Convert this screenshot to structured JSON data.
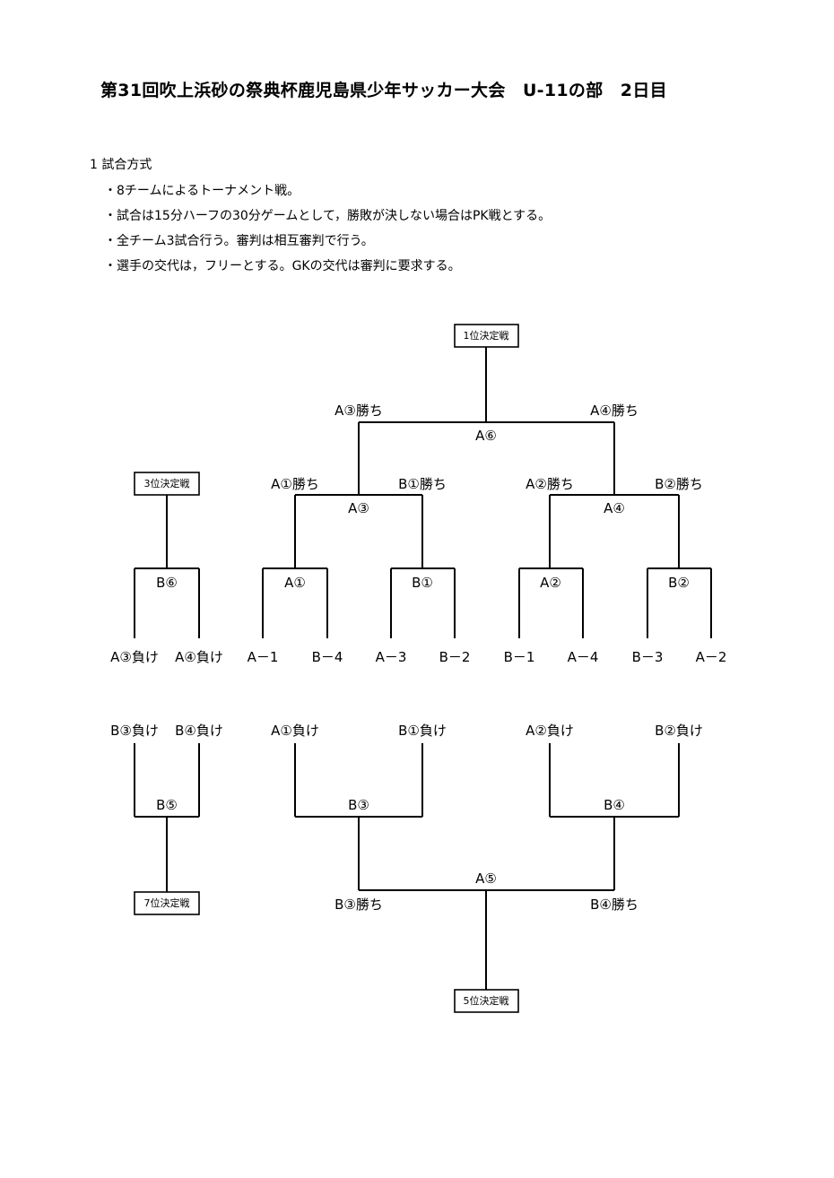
{
  "title": "第31回吹上浜砂の祭典杯鹿児島県少年サッカー大会　U-11の部　2日目",
  "section": {
    "heading": "1 試合方式",
    "rules": [
      "・8チームによるトーナメント戦。",
      "・試合は15分ハーフの30分ゲームとして，勝敗が決しない場合はPK戦とする。",
      "・全チーム3試合行う。審判は相互審判で行う。",
      "・選手の交代は，フリーとする。GKの交代は審判に要求する。"
    ]
  },
  "boxes": {
    "first": "1位決定戦",
    "third": "3位決定戦",
    "fifth": "5位決定戦",
    "seventh": "7位決定戦"
  },
  "upper": {
    "final_match": "A⑥",
    "final_left_from": "A③勝ち",
    "final_right_from": "A④勝ち",
    "semi_left_match": "A③",
    "semi_right_match": "A④",
    "semi_left_from_a": "A①勝ち",
    "semi_left_from_b": "B①勝ち",
    "semi_right_from_a": "A②勝ち",
    "semi_right_from_b": "B②勝ち",
    "qf_matches": [
      "A①",
      "B①",
      "A②",
      "B②"
    ],
    "teams": [
      "A－1",
      "B－4",
      "A－3",
      "B－2",
      "B－1",
      "A－4",
      "B－3",
      "A－2"
    ],
    "third_match": "B⑥",
    "third_from": [
      "A③負け",
      "A④負け"
    ]
  },
  "lower": {
    "seventh_from": [
      "B③負け",
      "B④負け"
    ],
    "seventh_match": "B⑤",
    "consol_left_from": [
      "A①負け",
      "B①負け"
    ],
    "consol_right_from": [
      "A②負け",
      "B②負け"
    ],
    "consol_left_match": "B③",
    "consol_right_match": "B④",
    "fifth_match": "A⑤",
    "fifth_left_from": "B③勝ち",
    "fifth_right_from": "B④勝ち"
  }
}
